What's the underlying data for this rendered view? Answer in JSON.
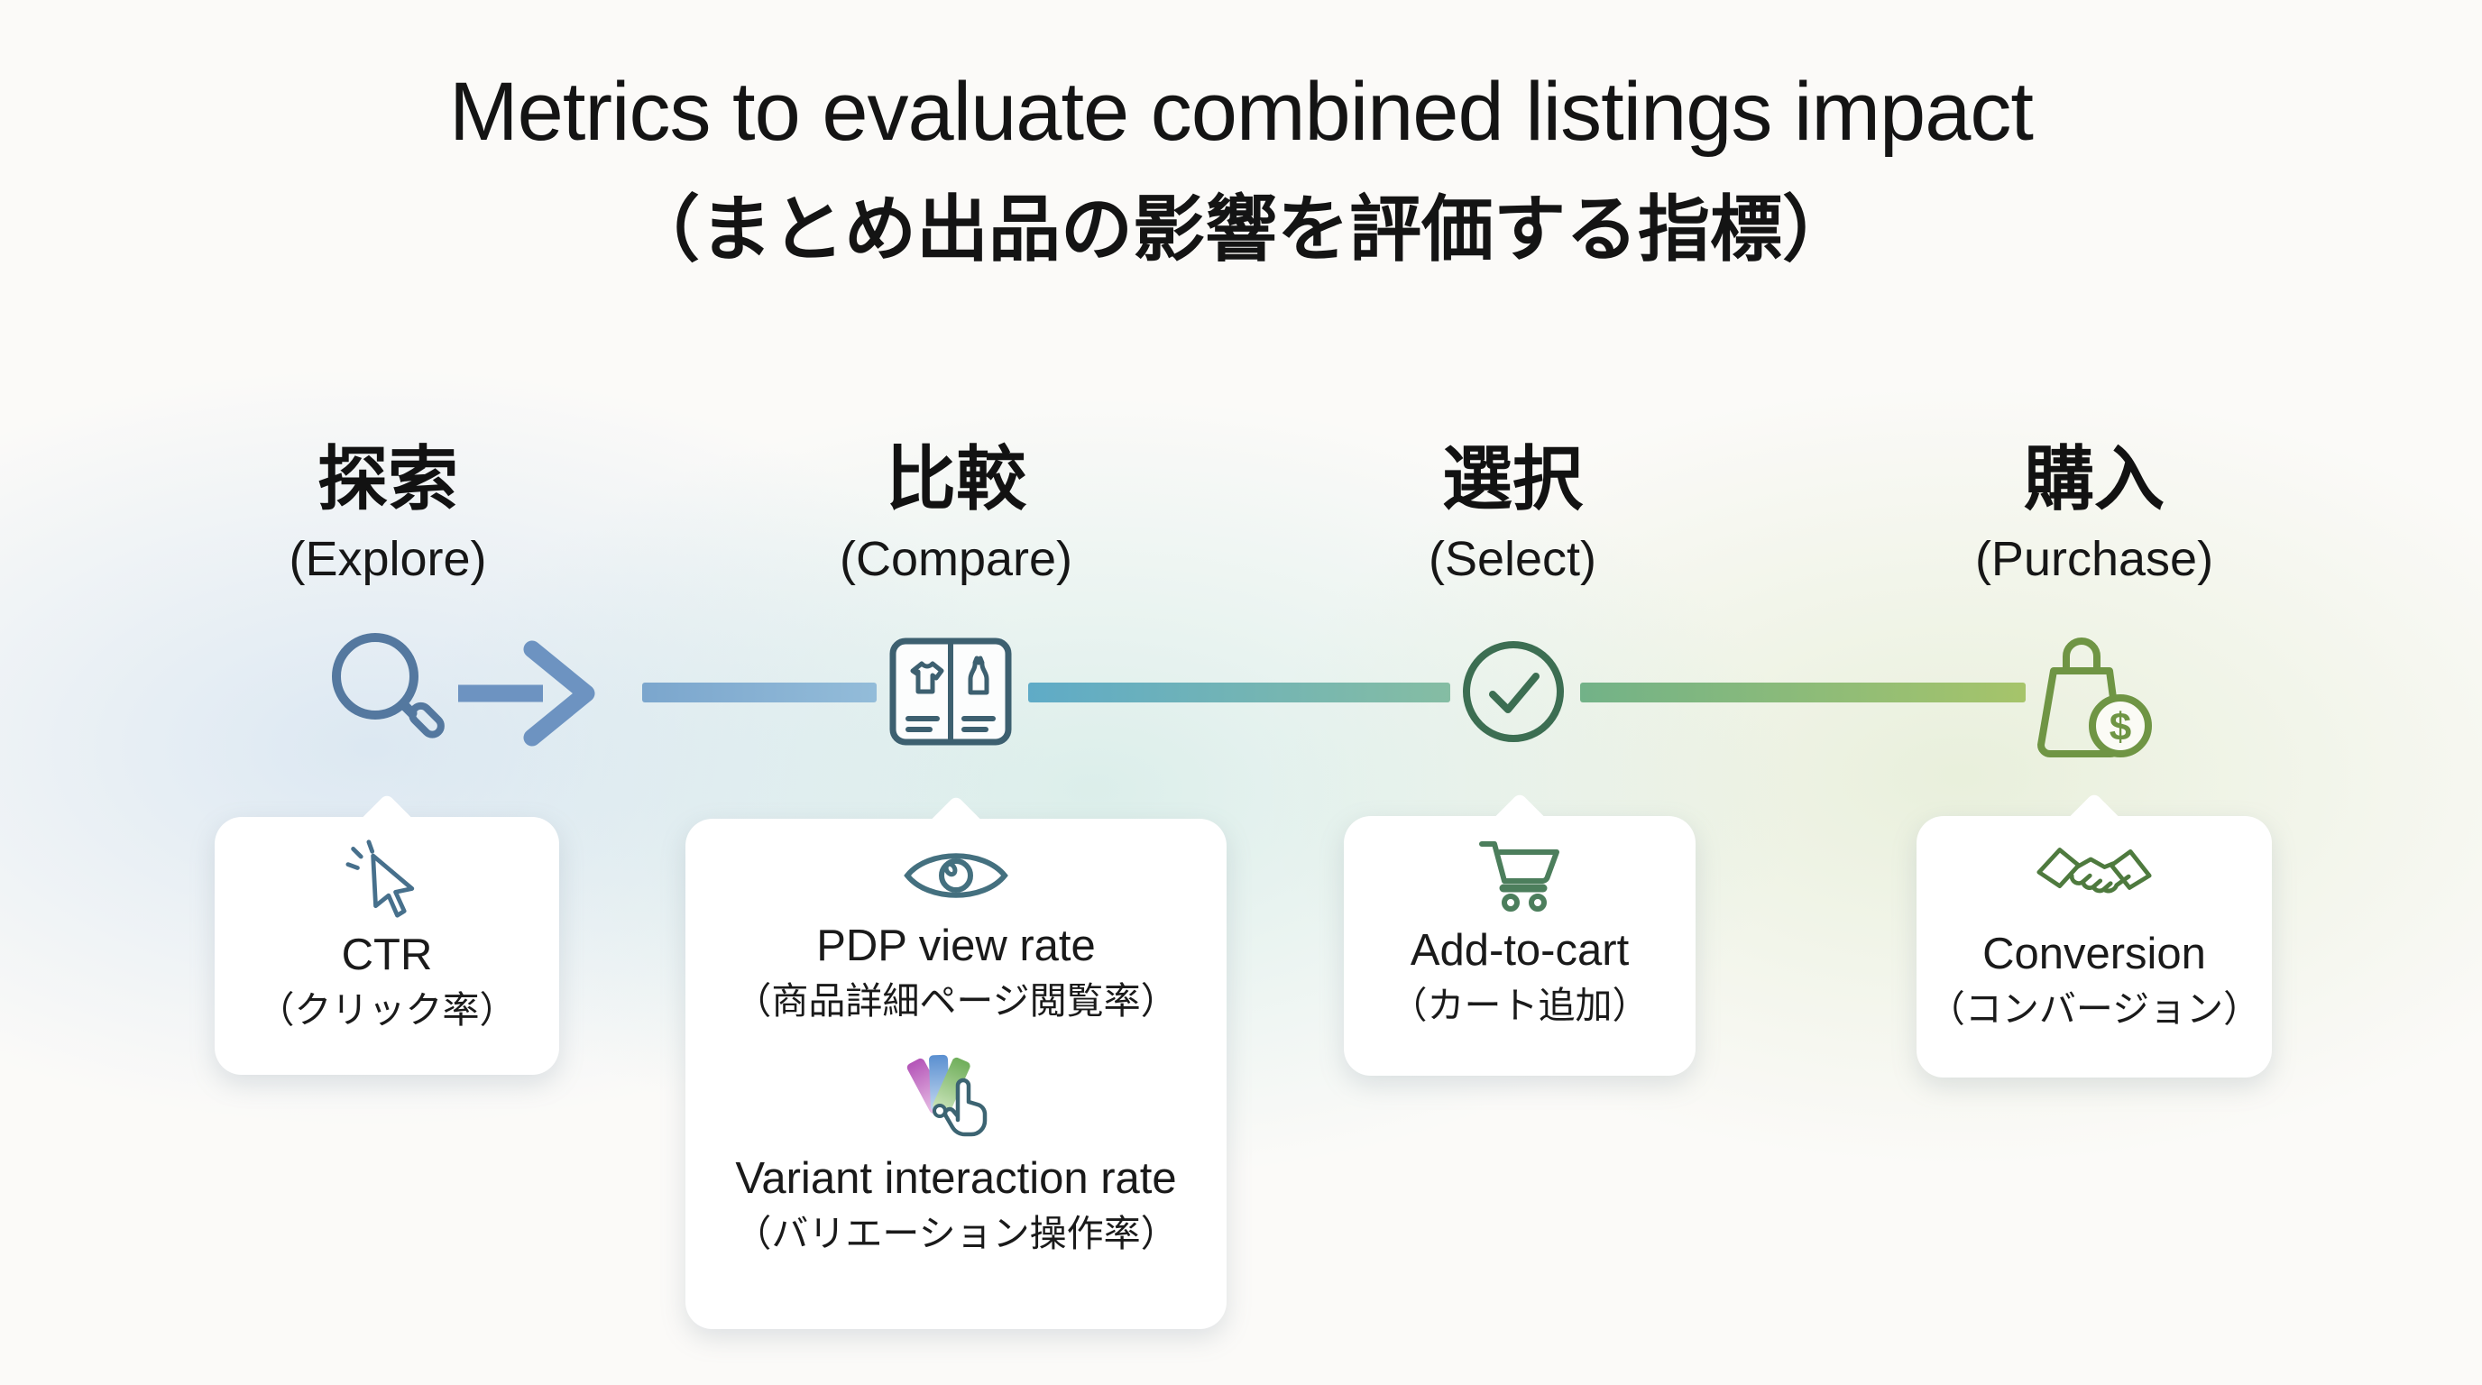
{
  "title": {
    "line1": "Metrics to evaluate combined listings impact",
    "line2": "（まとめ出品の影響を評価する指標）"
  },
  "funnel": {
    "stages": [
      {
        "jp": "探索",
        "en": "(Explore)",
        "icon": "magnifier-icon"
      },
      {
        "jp": "比較",
        "en": "(Compare)",
        "icon": "compare-listings-icon"
      },
      {
        "jp": "選択",
        "en": "(Select)",
        "icon": "check-circle-icon"
      },
      {
        "jp": "購入",
        "en": "(Purchase)",
        "icon": "shopping-bag-dollar-icon"
      }
    ]
  },
  "metrics": {
    "explore": {
      "items": [
        {
          "icon": "cursor-click-icon",
          "label": "CTR",
          "sublabel": "（クリック率）"
        }
      ]
    },
    "compare": {
      "items": [
        {
          "icon": "eye-icon",
          "label": "PDP view rate",
          "sublabel": "（商品詳細ページ閲覧率）"
        },
        {
          "icon": "variant-swatch-icon",
          "label": "Variant interaction rate",
          "sublabel": "（バリエーション操作率）"
        }
      ]
    },
    "select": {
      "items": [
        {
          "icon": "cart-icon",
          "label": "Add-to-cart",
          "sublabel": "（カート追加）"
        }
      ]
    },
    "purchase": {
      "items": [
        {
          "icon": "handshake-icon",
          "label": "Conversion",
          "sublabel": "（コンバージョン）"
        }
      ]
    }
  },
  "glyphs": {
    "dollar": "$"
  },
  "palette": {
    "explore_icon": "#54789f",
    "compare_icon": "#3d6070",
    "select_icon": "#3c6e52",
    "purchase_icon": "#6f9544",
    "arrow_blue": "#6d93c1",
    "line_blue_start": "#7ba6cd",
    "line_blue_end": "#93bcd9",
    "line_teal_start": "#5fabc7",
    "line_teal_end": "#85bda3",
    "line_green_start": "#72b288",
    "line_green_end": "#a6c46a",
    "swatch_magenta": "#b455b8",
    "swatch_blue": "#5a8fd0",
    "swatch_green": "#6fae5a",
    "card_background": "#ffffff",
    "page_background": "#fbfaf8"
  }
}
